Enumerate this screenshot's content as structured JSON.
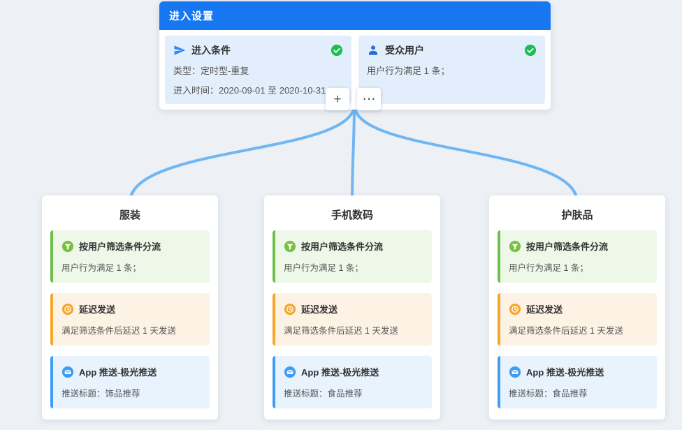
{
  "entry": {
    "header": "进入设置",
    "condition": {
      "title": "进入条件",
      "line1": "类型：定时型-重复",
      "line2": "进入时间：2020-09-01 至 2020-10-31"
    },
    "audience": {
      "title": "受众用户",
      "line1": "用户行为满足 1 条；"
    }
  },
  "actions": {
    "add": "+",
    "more": "⋯"
  },
  "branches": [
    {
      "title": "服装",
      "filter": {
        "title": "按用户筛选条件分流",
        "text": "用户行为满足 1 条；"
      },
      "delay": {
        "title": "延迟发送",
        "text": "满足筛选条件后延迟 1 天发送"
      },
      "push": {
        "title": "App 推送-极光推送",
        "text": "推送标题：饰品推荐"
      }
    },
    {
      "title": "手机数码",
      "filter": {
        "title": "按用户筛选条件分流",
        "text": "用户行为满足 1 条；"
      },
      "delay": {
        "title": "延迟发送",
        "text": "满足筛选条件后延迟 1 天发送"
      },
      "push": {
        "title": "App 推送-极光推送",
        "text": "推送标题：食品推荐"
      }
    },
    {
      "title": "护肤品",
      "filter": {
        "title": "按用户筛选条件分流",
        "text": "用户行为满足 1 条；"
      },
      "delay": {
        "title": "延迟发送",
        "text": "满足筛选条件后延迟 1 天发送"
      },
      "push": {
        "title": "App 推送-极光推送",
        "text": "推送标题：食品推荐"
      }
    }
  ],
  "colors": {
    "header_blue": "#1677f0",
    "panel_blue": "#e2eefb",
    "connector": "#6fb6f3",
    "check_green": "#1fbc52",
    "filter_accent": "#6cc04a",
    "delay_accent": "#f6a62a",
    "push_accent": "#3f9cf3"
  }
}
